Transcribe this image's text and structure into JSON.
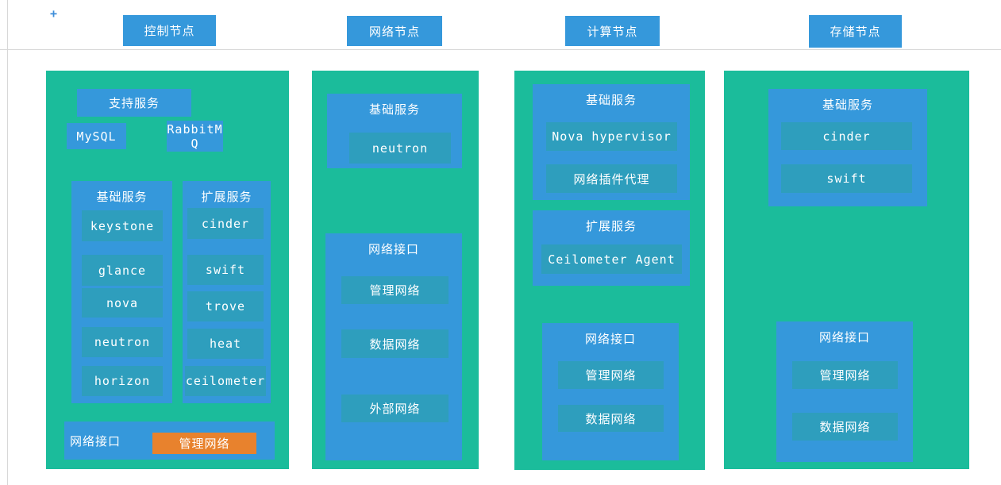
{
  "canvas": {
    "plus_glyph": "+"
  },
  "colors": {
    "teal": "#1bbc9b",
    "blue": "#3598db",
    "item_fill": "#2e9ebd",
    "orange": "#e8822d"
  },
  "columns": [
    {
      "header": "控制节点",
      "support_group": {
        "title": "支持服务",
        "items": [
          "MySQL",
          "RabbitMQ"
        ]
      },
      "basic_group": {
        "title": "基础服务",
        "items": [
          "keystone",
          "glance",
          "nova",
          "neutron",
          "horizon"
        ]
      },
      "extend_group": {
        "title": "扩展服务",
        "items": [
          "cinder",
          "swift",
          "trove",
          "heat",
          "ceilometer"
        ]
      },
      "network_group": {
        "title": "网络接口",
        "items": [
          "管理网络"
        ]
      }
    },
    {
      "header": "网络节点",
      "basic_group": {
        "title": "基础服务",
        "items": [
          "neutron"
        ]
      },
      "network_group": {
        "title": "网络接口",
        "items": [
          "管理网络",
          "数据网络",
          "外部网络"
        ]
      }
    },
    {
      "header": "计算节点",
      "basic_group": {
        "title": "基础服务",
        "items": [
          "Nova hypervisor",
          "网络插件代理"
        ]
      },
      "extend_group": {
        "title": "扩展服务",
        "items": [
          "Ceilometer Agent"
        ]
      },
      "network_group": {
        "title": "网络接口",
        "items": [
          "管理网络",
          "数据网络"
        ]
      }
    },
    {
      "header": "存储节点",
      "basic_group": {
        "title": "基础服务",
        "items": [
          "cinder",
          "swift"
        ]
      },
      "network_group": {
        "title": "网络接口",
        "items": [
          "管理网络",
          "数据网络"
        ]
      }
    }
  ]
}
